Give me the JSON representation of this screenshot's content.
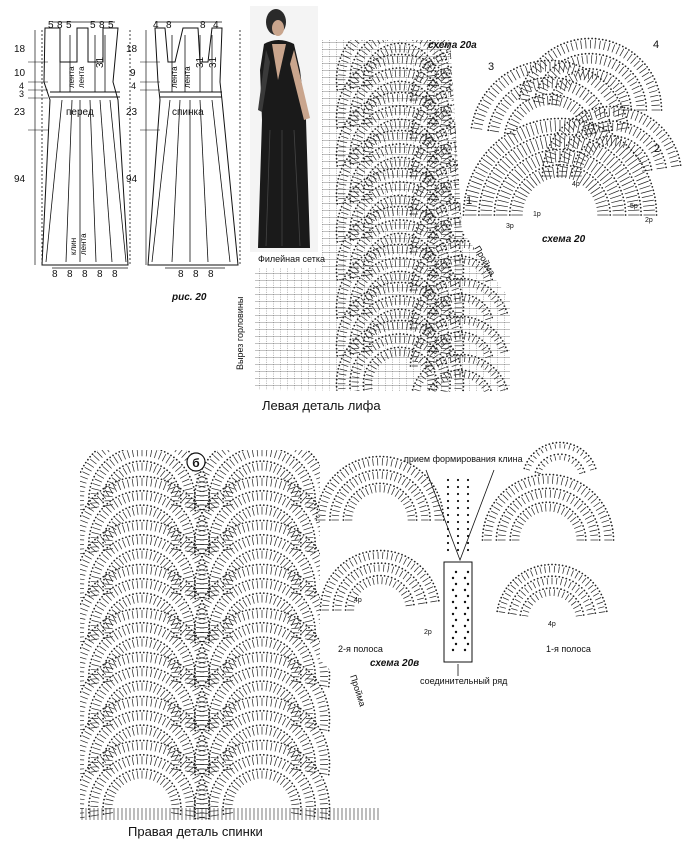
{
  "front": {
    "label": "перед",
    "top_widths": [
      "5",
      "8",
      "5",
      "5",
      "8",
      "5"
    ],
    "side_dims": [
      "18",
      "10",
      "4",
      "3",
      "23",
      "94"
    ],
    "ribbon_labels": [
      "лента",
      "лента"
    ],
    "strap_dim": "31",
    "gusset_label": "клин",
    "gusset_ribbon_label": "лента",
    "bottom_widths": [
      "8",
      "8",
      "8",
      "8",
      "8"
    ]
  },
  "back": {
    "label": "спинка",
    "top_widths": [
      "4",
      "8",
      "8",
      "4"
    ],
    "side_dims": [
      "18",
      "9",
      "4",
      "23",
      "94"
    ],
    "ribbon_labels": [
      "лента",
      "лента"
    ],
    "strap_dims": [
      "31",
      "31"
    ],
    "bottom_widths": [
      "8",
      "8",
      "8"
    ]
  },
  "figure_caption": "рис. 20",
  "scheme_20a": {
    "title": "схема 20а",
    "filet_label": "Филейная сетка",
    "neckline_label": "Вырез горловины",
    "armhole_label": "Пройма",
    "caption": "Левая деталь лифа"
  },
  "scheme_20": {
    "title": "схема 20",
    "row_numbers": [
      "1",
      "2",
      "3",
      "4"
    ],
    "marks": [
      "1р",
      "3р",
      "4р",
      "5р",
      "2р"
    ]
  },
  "scheme_b": {
    "badge": "б",
    "armhole_label": "Пройма",
    "caption": "Правая деталь спинки"
  },
  "scheme_20v": {
    "title": "схема 20в",
    "gusset_method_label": "прием формирования клина",
    "strip_2_label": "2-я полоса",
    "strip_1_label": "1-я полоса",
    "connecting_row_label": "соединительный ряд",
    "marks": [
      "4р",
      "2р",
      "4р"
    ]
  }
}
